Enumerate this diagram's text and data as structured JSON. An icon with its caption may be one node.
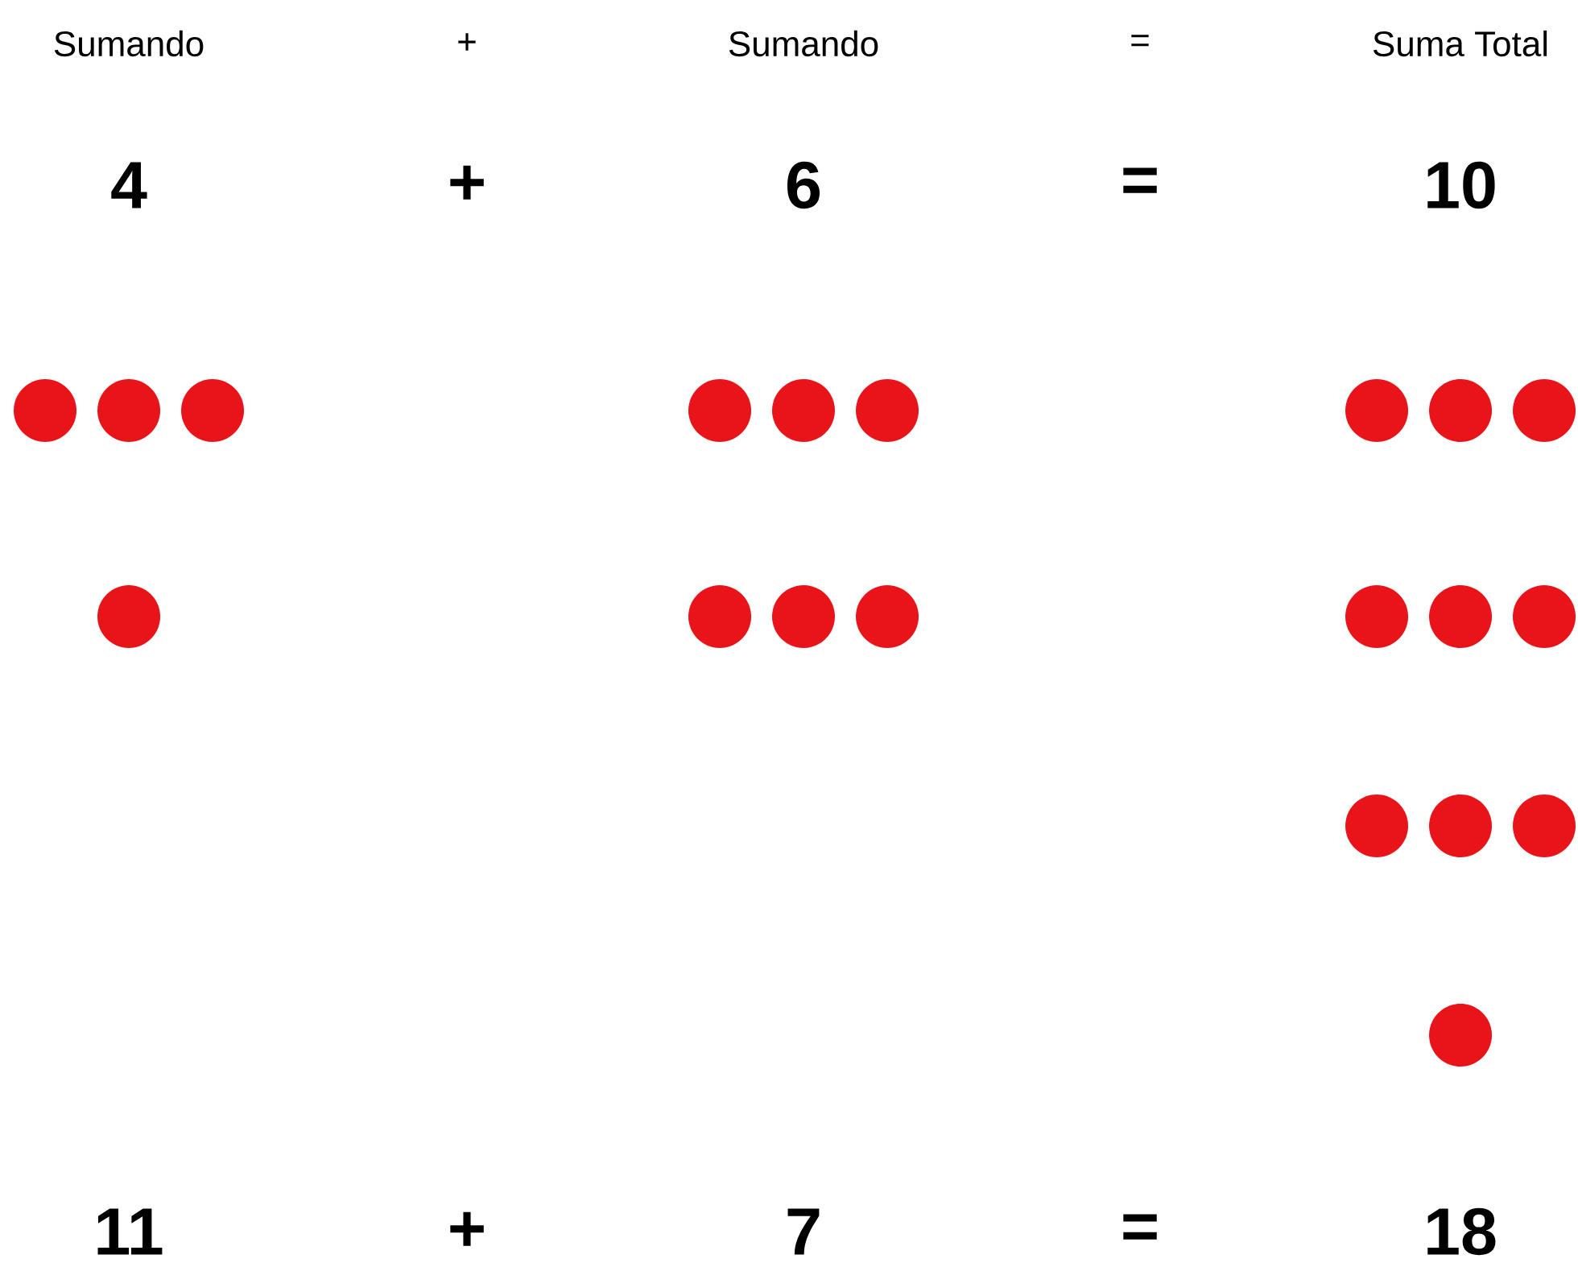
{
  "diagram": {
    "labels": [
      "Sumando",
      "+",
      "Sumando",
      "=",
      "Suma Total",
      "4",
      "+",
      "6",
      "=",
      "10",
      "11",
      "+",
      "7",
      "=",
      "18"
    ]
  }
}
